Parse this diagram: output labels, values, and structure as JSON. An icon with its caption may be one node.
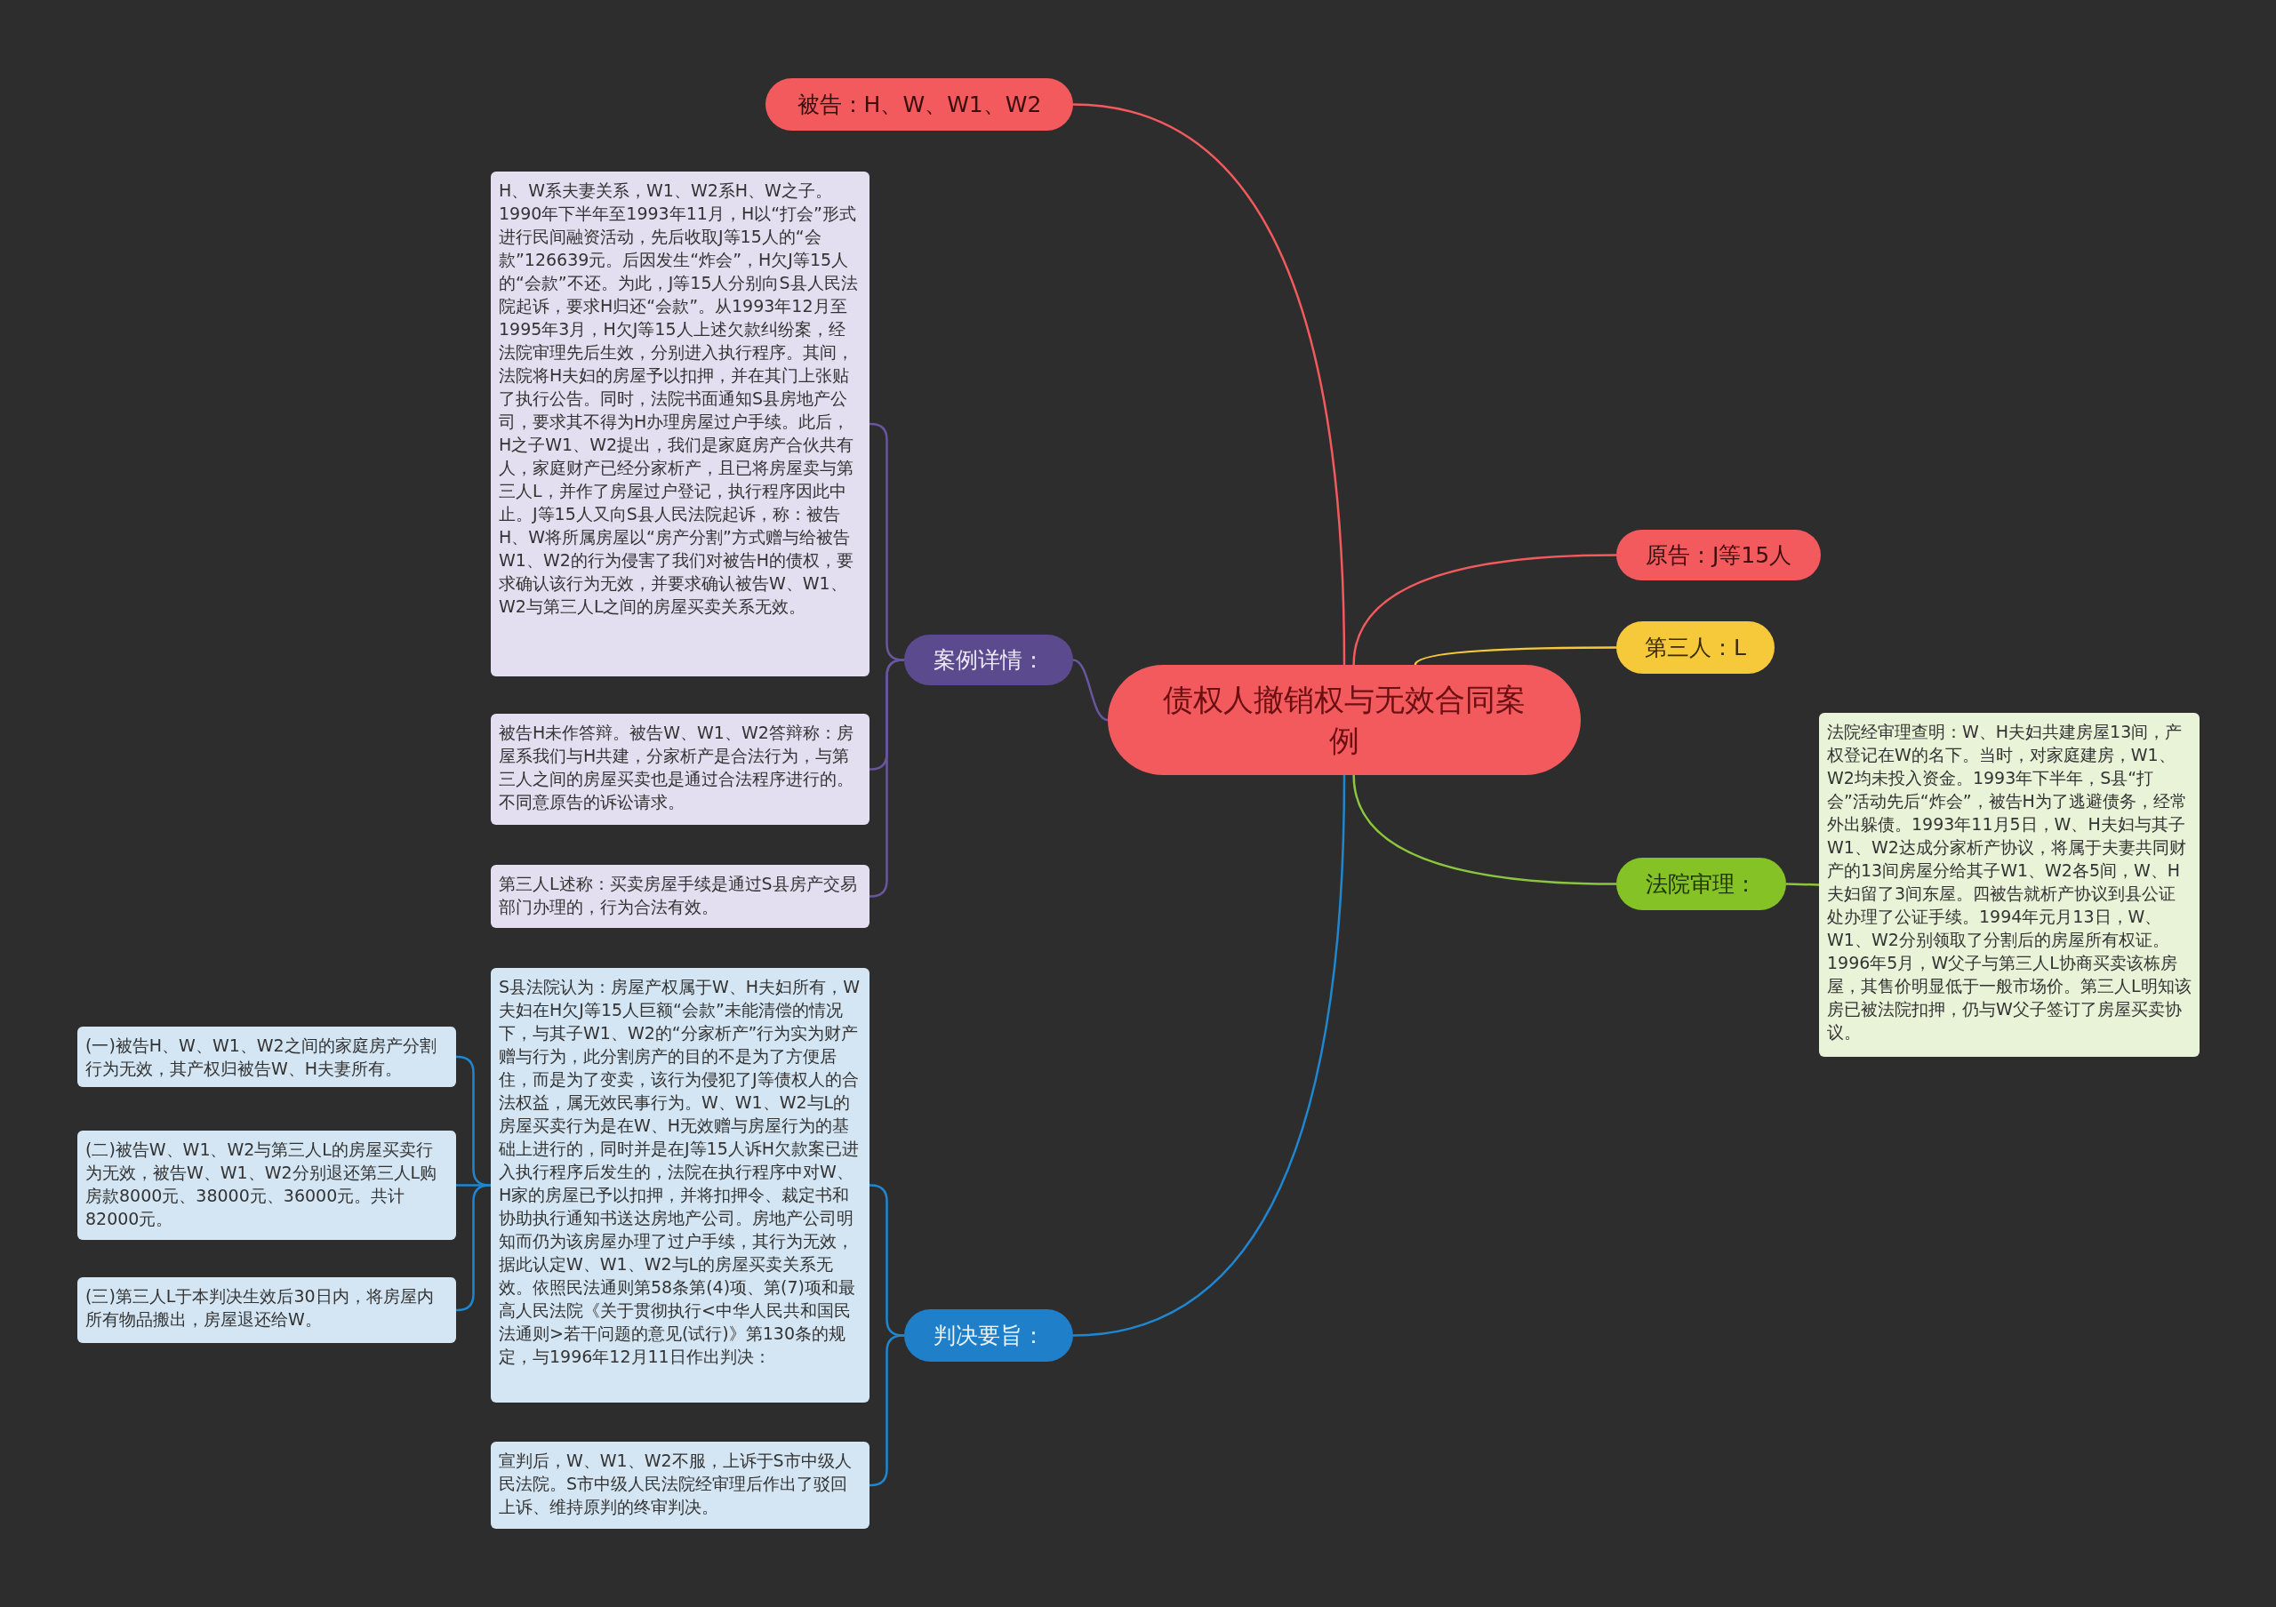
{
  "diagram": {
    "nodes": [
      {
        "text": [
          "债权人撤销权与无效合同案例"
        ]
      },
      {
        "text": [
          "被告：H、W、W1、W2"
        ]
      },
      {
        "text": [
          "原告：J等15人"
        ]
      },
      {
        "text": [
          "第三人：L"
        ]
      },
      {
        "text": [
          "法院审理："
        ]
      },
      {
        "text": [
          "法院经审理查明：W、H夫妇共建房屋13间，产权登记在W的名下。当时，对家庭建房，W1、W2均未投入资金。1993年下半年，S县“打会”活动先后“炸会”，被告H为了逃避债务，经常外出躲债。1993年11月5日，W、H夫妇与其子W1、W2达成分家析产协议，将属于夫妻共同财产的13间房屋分给其子W1、W2各5间，W、H夫妇留了3间东屋。四被告就析产协议到县公证处办理了公证手续。1994年元月13日，W、W1、W2分别领取了分割后的房屋所有权证。1996年5月，W父子与第三人L协商买卖该栋房屋，其售价明显低于一般市场价。第三人L明知该房已被法院扣押，仍与W父子签订了房屋买卖协议。"
        ]
      },
      {
        "text": [
          "案例详情："
        ]
      },
      {
        "text": [
          "H、W系夫妻关系，W1、W2系H、W之子。1990年下半年至1993年11月，H以“打会”形式进行民间融资活动，先后收取J等15人的“会款”126639元。后因发生“炸会”，H欠J等15人的“会款”不还。为此，J等15人分别向S县人民法院起诉，要求H归还“会款”。从1993年12月至1995年3月，H欠J等15人上述欠款纠纷案，经法院审理先后生效，分别进入执行程序。其间，法院将H夫妇的房屋予以扣押，并在其门上张贴了执行公告。同时，法院书面通知S县房地产公司，要求其不得为H办理房屋过户手续。此后，H之子W1、W2提出，我们是家庭房产合伙共有人，家庭财产已经分家析产，且已将房屋卖与第三人L，并作了房屋过户登记，执行程序因此中止。J等15人又向S县人民法院起诉，称：被告H、W将所属房屋以“房产分割”方式赠与给被告W1、W2的行为侵害了我们对被告H的债权，要求确认该行为无效，并要求确认被告W、W1、W2与第三人L之间的房屋买卖关系无效。"
        ]
      },
      {
        "text": [
          "被告H未作答辩。被告W、W1、W2答辩称：房屋系我们与H共建，分家析产是合法行为，与第三人之间的房屋买卖也是通过合法程序进行的。不同意原告的诉讼请求。"
        ]
      },
      {
        "text": [
          "第三人L述称：买卖房屋手续是通过S县房产交易部门办理的，行为合法有效。"
        ]
      },
      {
        "text": [
          "判决要旨："
        ]
      },
      {
        "text": [
          "S县法院认为：房屋产权属于W、H夫妇所有，W夫妇在H欠J等15人巨额“会款”未能清偿的情况下，与其子W1、W2的“分家析产”行为实为财产赠与行为，此分割房产的目的不是为了方便居住，而是为了变卖，该行为侵犯了J等债权人的合法权益，属无效民事行为。W、W1、W2与L的房屋买卖行为是在W、H无效赠与房屋行为的基础上进行的，同时并是在J等15人诉H欠款案已进入执行程序后发生的，法院在执行程序中对W、H家的房屋已予以扣押，并将扣押令、裁定书和协助执行通知书送达房地产公司。房地产公司明知而仍为该房屋办理了过户手续，其行为无效，据此认定W、W1、W2与L的房屋买卖关系无效。依照民法通则第58条第(4)项、第(7)项和最高人民法院《关于贯彻执行<中华人民共和国民法通则>若干问题的意见(试行)》第130条的规定，与1996年12月11日作出判决："
        ]
      },
      {
        "text": [
          "(一)被告H、W、W1、W2之间的家庭房产分割行为无效，其产权归被告W、H夫妻所有。"
        ]
      },
      {
        "text": [
          "(二)被告W、W1、W2与第三人L的房屋买卖行为无效，被告W、W1、W2分别退还第三人L购房款8000元、38000元、36000元。共计82000元。"
        ]
      },
      {
        "text": [
          "(三)第三人L于本判决生效后30日内，将房屋内所有物品搬出，房屋退还给W。"
        ]
      },
      {
        "text": [
          "宣判后，W、W1、W2不服，上诉于S市中级人民法院。S市中级人民法院经审理后作出了驳回上诉、维持原判的终审判决。"
        ]
      }
    ],
    "edges": [
      {
        "from": 0,
        "to": 1,
        "arrow": "none",
        "color": "#f25a5e"
      },
      {
        "from": 0,
        "to": 2,
        "arrow": "none",
        "color": "#f25a5e"
      },
      {
        "from": 0,
        "to": 3,
        "arrow": "none",
        "color": "#f5c93a"
      },
      {
        "from": 0,
        "to": 4,
        "arrow": "none",
        "color": "#8cc63f"
      },
      {
        "from": 4,
        "to": 5,
        "arrow": "none",
        "color": "#8cc63f"
      },
      {
        "from": 0,
        "to": 6,
        "arrow": "none",
        "color": "#6a55a0"
      },
      {
        "from": 6,
        "to": 7,
        "arrow": "none",
        "color": "#6a55a0"
      },
      {
        "from": 6,
        "to": 8,
        "arrow": "none",
        "color": "#6a55a0"
      },
      {
        "from": 6,
        "to": 9,
        "arrow": "none",
        "color": "#6a55a0"
      },
      {
        "from": 0,
        "to": 10,
        "arrow": "none",
        "color": "#1f86d0"
      },
      {
        "from": 10,
        "to": 11,
        "arrow": "none",
        "color": "#1f86d0"
      },
      {
        "from": 11,
        "to": 12,
        "arrow": "none",
        "color": "#1f86d0"
      },
      {
        "from": 11,
        "to": 13,
        "arrow": "none",
        "color": "#1f86d0"
      },
      {
        "from": 11,
        "to": 14,
        "arrow": "none",
        "color": "#1f86d0"
      },
      {
        "from": 10,
        "to": 15,
        "arrow": "none",
        "color": "#1f86d0"
      }
    ]
  }
}
